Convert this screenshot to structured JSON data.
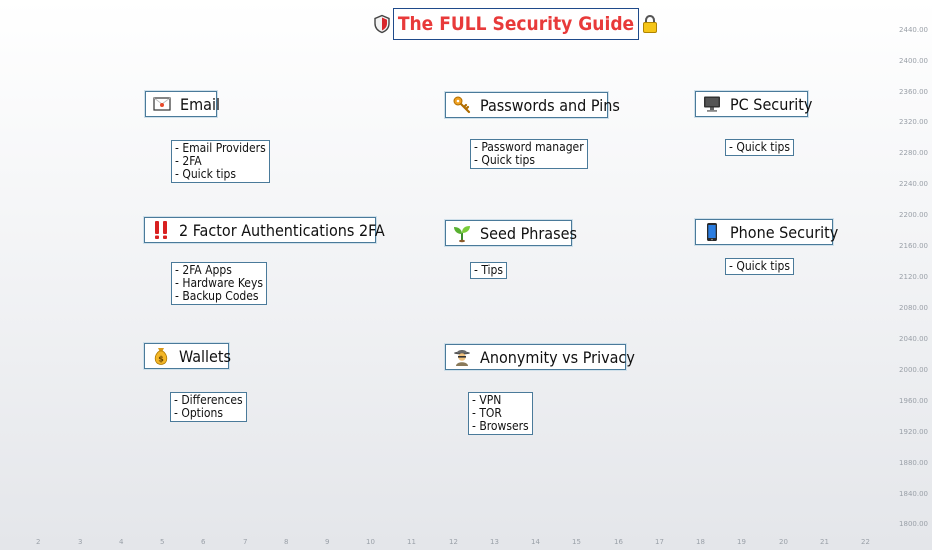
{
  "title": "The FULL Security Guide",
  "sections": {
    "email": {
      "label": "Email",
      "items": [
        "- Email Providers",
        "- 2FA",
        "- Quick tips"
      ]
    },
    "passwords": {
      "label": "Passwords and Pins",
      "items": [
        "- Password manager",
        "- Quick tips"
      ]
    },
    "pc": {
      "label": "PC Security",
      "items": [
        "- Quick tips"
      ]
    },
    "twofa": {
      "label": "2 Factor Authentications 2FA",
      "items": [
        "- 2FA Apps",
        "- Hardware Keys",
        "- Backup Codes"
      ]
    },
    "seed": {
      "label": "Seed Phrases",
      "items": [
        "- Tips"
      ]
    },
    "phone": {
      "label": "Phone Security",
      "items": [
        "- Quick tips"
      ]
    },
    "wallets": {
      "label": "Wallets",
      "items": [
        "- Differences",
        "- Options"
      ]
    },
    "anon": {
      "label": "Anonymity vs Privacy",
      "items": [
        "- VPN",
        "- TOR",
        "- Browsers"
      ]
    }
  },
  "axis": {
    "price": [
      "2440.00",
      "2400.00",
      "2360.00",
      "2320.00",
      "2280.00",
      "2240.00",
      "2200.00",
      "2160.00",
      "2120.00",
      "2080.00",
      "2040.00",
      "2000.00",
      "1960.00",
      "1920.00",
      "1880.00",
      "1840.00",
      "1800.00"
    ],
    "time": [
      "2",
      "3",
      "4",
      "5",
      "6",
      "7",
      "8",
      "9",
      "10",
      "11",
      "12",
      "13",
      "14",
      "15",
      "16",
      "17",
      "18",
      "19",
      "20",
      "21",
      "22"
    ]
  },
  "colors": {
    "title_text": "#e83a3a",
    "box_border": "#4a7a9a",
    "title_border": "#1f4a8a"
  }
}
